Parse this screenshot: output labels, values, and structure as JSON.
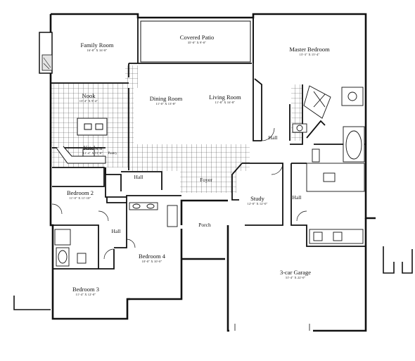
{
  "rooms": {
    "family": {
      "name": "Family Room",
      "dims": "16'-8\" X 16'-8\""
    },
    "patio": {
      "name": "Covered Patio",
      "dims": "35'-0\" X 9'-0\""
    },
    "master": {
      "name": "Master Bedroom",
      "dims": "15'-3\" X 15'-4\""
    },
    "nook": {
      "name": "Nook",
      "dims": "13'-4\" X 9'-4\""
    },
    "dining": {
      "name": "Dining Room",
      "dims": "11'-0\" X 13'-8\""
    },
    "living": {
      "name": "Living Room",
      "dims": "11'-8\" X 16'-8\""
    },
    "kitchen": {
      "name": "Kitchen",
      "dims": "11'-4\" X 11'-6\""
    },
    "bedroom2": {
      "name": "Bedroom 2",
      "dims": "11'-0\" X 11'-10\""
    },
    "study": {
      "name": "Study",
      "dims": "12'-0\" X 12'-0\""
    },
    "bedroom4": {
      "name": "Bedroom 4",
      "dims": "10'-0\" X 10'-0\""
    },
    "bedroom3": {
      "name": "Bedroom 3",
      "dims": "11'-4\" X 12'-0\""
    },
    "garage": {
      "name": "3-car Garage",
      "dims": "31'-4\" X 22'-0\""
    }
  },
  "labels": {
    "hall_master": "Hall",
    "hall_center": "Hall",
    "hall_right": "Hall",
    "hall_left": "Hall",
    "foyer": "Foyer",
    "porch": "Porch",
    "pantry": "Pantry"
  }
}
